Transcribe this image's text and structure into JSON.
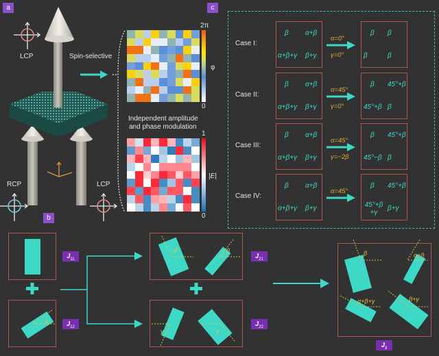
{
  "panels": {
    "a": "a",
    "b": "b",
    "c": "c"
  },
  "panel_a": {
    "lcp_top": "LCP",
    "rcp": "RCP",
    "lcp_bottom": "LCP",
    "spin_selective": "Spin-selective",
    "modulation_line1": "Independent amplitude",
    "modulation_line2": "and phase modulation",
    "phase_map": {
      "colorbar_max": "2π",
      "colorbar_min": "0",
      "label": "φ",
      "values": [
        [
          0.45,
          0.6,
          0.15,
          0.75,
          0.45,
          0.6,
          0.35,
          0.75,
          0.3
        ],
        [
          0.6,
          0.15,
          0.75,
          0.05,
          0.05,
          0.45,
          0.15,
          0.3,
          0.6
        ],
        [
          0.95,
          0.95,
          0.05,
          0.45,
          0.35,
          0.3,
          0.35,
          0.75,
          0.05
        ],
        [
          0.6,
          0.15,
          0.15,
          0.05,
          0.3,
          0.45,
          0.95,
          0.45,
          0.35
        ],
        [
          0.3,
          0.35,
          0.75,
          0.95,
          0.05,
          0.3,
          0.6,
          0.75,
          0.05
        ],
        [
          0.75,
          0.6,
          0.15,
          0.6,
          0.15,
          0.3,
          0.45,
          0.95,
          0.35
        ],
        [
          0.45,
          0.95,
          0.15,
          0.15,
          0.35,
          0.3,
          0.6,
          0.05,
          0.75
        ],
        [
          0.15,
          0.05,
          0.45,
          0.95,
          0.15,
          0.35,
          0.35,
          0.95,
          0.6
        ],
        [
          0.45,
          0.95,
          0.95,
          0.05,
          0.3,
          0.45,
          0.6,
          0.45,
          0.6
        ]
      ]
    },
    "amplitude_map": {
      "colorbar_max": "1",
      "colorbar_min": "0",
      "label": "|E|",
      "values": [
        [
          0.7,
          0.4,
          0.95,
          0.65,
          0.95,
          0.65,
          0.1,
          0.35,
          0.2
        ],
        [
          0.15,
          0.75,
          0.2,
          0.5,
          0.3,
          0.05,
          0.95,
          0.1,
          0.5
        ],
        [
          0.65,
          0.9,
          0.65,
          0.05,
          0.35,
          0.5,
          0.3,
          0.65,
          0.3
        ],
        [
          0.35,
          0.5,
          0.75,
          0.5,
          0.75,
          0.75,
          0.75,
          0.75,
          0.5
        ],
        [
          0.5,
          0.95,
          0.6,
          0.75,
          0.95,
          0.85,
          0.6,
          0.85,
          0.7
        ],
        [
          0.15,
          0.95,
          0.5,
          0.95,
          0.1,
          0.3,
          0.85,
          0.1,
          0.9
        ],
        [
          0.9,
          0.15,
          0.95,
          0.85,
          0.2,
          0.85,
          0.85,
          0.5,
          0.1
        ],
        [
          0.35,
          0.85,
          0.1,
          0.7,
          0.65,
          0.35,
          0.1,
          0.95,
          0.1
        ],
        [
          0.5,
          0.35,
          0.1,
          0.35,
          0.75,
          0.2,
          0.5,
          0.85,
          0.5
        ]
      ]
    }
  },
  "panel_c": {
    "cases": [
      {
        "label": "Case I:",
        "input": [
          "β",
          "α+β",
          "α+β+γ",
          "β+γ"
        ],
        "cond1": "α=0°",
        "cond2": "γ=0°",
        "output": [
          "β",
          "β",
          "β",
          "β"
        ]
      },
      {
        "label": "Case II:",
        "input": [
          "β",
          "α+β",
          "α+β+γ",
          "β+γ"
        ],
        "cond1": "α=45°",
        "cond2": "γ=0°",
        "output": [
          "β",
          "45°+β",
          "45°+β",
          "β"
        ]
      },
      {
        "label": "Case III:",
        "input": [
          "β",
          "α+β",
          "α+β+γ",
          "β+γ"
        ],
        "cond1": "α=45°",
        "cond2": "γ=−2β",
        "output": [
          "β",
          "45°+β",
          "45°−β",
          "β"
        ]
      },
      {
        "label": "Case IV:",
        "input": [
          "β",
          "α+β",
          "α+β+γ",
          "β+γ"
        ],
        "cond1": "α=45°",
        "cond2": "",
        "output": [
          "β",
          "45°+β",
          "45°+β +γ",
          "β+γ"
        ]
      }
    ]
  },
  "panel_b": {
    "j11": {
      "main": "J",
      "sub": "11"
    },
    "j12": {
      "main": "J",
      "sub": "12"
    },
    "j21": {
      "main": "J",
      "sub": "21"
    },
    "j22": {
      "main": "J",
      "sub": "22"
    },
    "j3": {
      "main": "J",
      "sub": "3"
    },
    "angles": {
      "alpha": "α",
      "beta": "β",
      "gamma": "γ",
      "j3_1": "β",
      "j3_2": "α+β",
      "j3_3": "α+β+γ",
      "j3_4": "β+γ"
    }
  },
  "colors": {
    "accent": "#3ed8c6",
    "frame": "#b5574e",
    "label_bg": "#8a4fc9",
    "angle": "#e3c14a"
  }
}
